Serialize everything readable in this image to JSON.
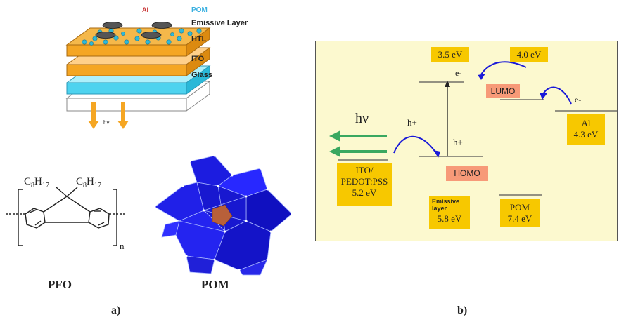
{
  "panel_a": {
    "device_labels": {
      "al": "Al",
      "pom": "POM",
      "emissive": "Emissive Layer",
      "htl": "HTL",
      "ito": "ITO",
      "glass": "Glass",
      "light": "hν"
    },
    "pfo": {
      "sub_left": "C8H17",
      "sub_right": "C8H17",
      "repeat": "n",
      "caption": "PFO"
    },
    "pom_caption": "POM",
    "panel_label": "a)"
  },
  "panel_b": {
    "panel_label": "b)",
    "hv": "hν",
    "boxes": {
      "lumo_level": "3.5 eV",
      "al_lumo": "4.0 eV",
      "ito_line1": "ITO/",
      "ito_line2": "PEDOT:PSS",
      "ito_line3": "5.2 eV",
      "emissive_line1": "Emissive",
      "emissive_line2": "layer",
      "emissive_line3": "5.8 eV",
      "pom_line1": "POM",
      "pom_line2": "7.4 eV",
      "al_line1": "Al",
      "al_line2": "4.3 eV",
      "lumo": "LUMO",
      "homo": "HOMO"
    },
    "carriers": {
      "electron_top": "e-",
      "electron_right": "e-",
      "hole_left": "h+",
      "hole_mid": "h+"
    },
    "colors": {
      "background": "#fcf9cf",
      "energy_box": "#f7c800",
      "orbital_box": "#f79a78",
      "arrow_blue": "#1a1ad8",
      "light_arrow": "#3aa860"
    }
  }
}
